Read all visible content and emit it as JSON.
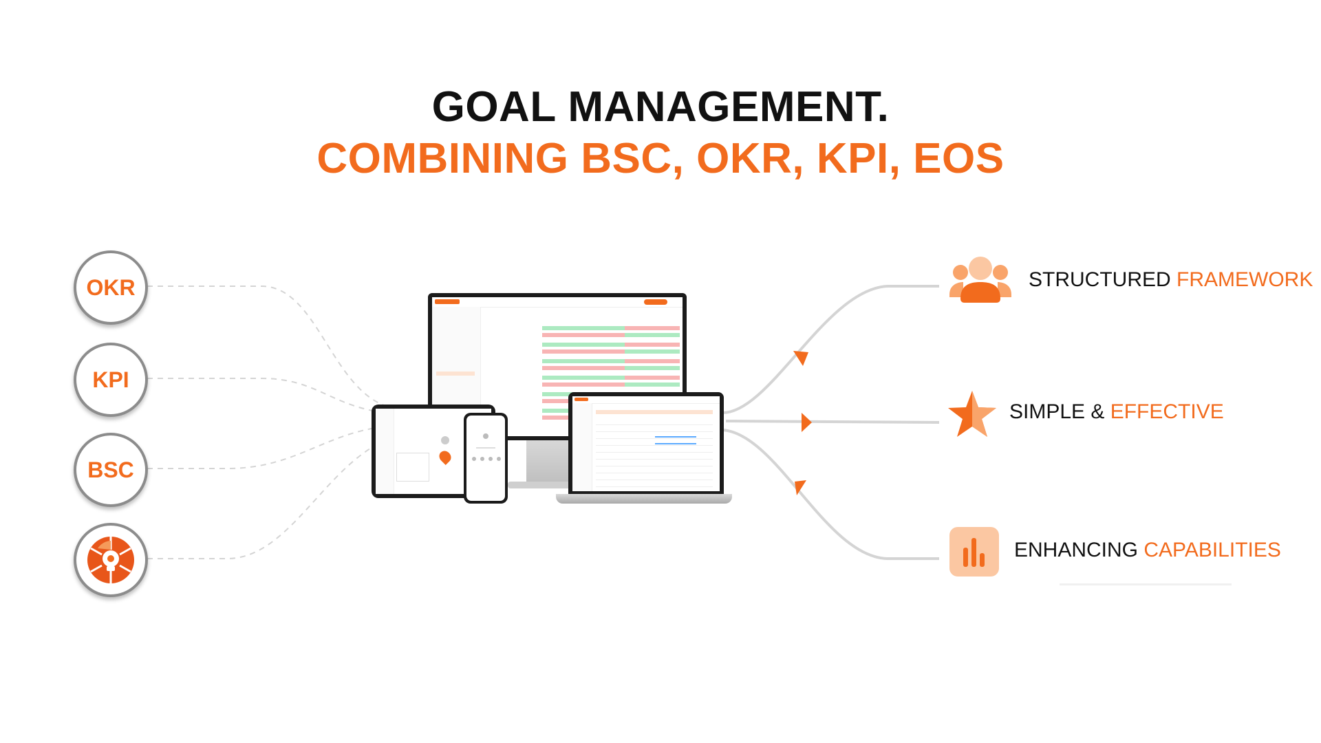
{
  "header": {
    "line1": "GOAL MANAGEMENT.",
    "line2": "COMBINING BSC, OKR, KPI, EOS"
  },
  "methods": [
    {
      "label": "OKR"
    },
    {
      "label": "KPI"
    },
    {
      "label": "BSC"
    },
    {
      "label": "",
      "icon": "eos-wheel-icon"
    }
  ],
  "features": [
    {
      "text": "STRUCTURED ",
      "accent": "FRAMEWORK",
      "icon": "team-icon"
    },
    {
      "text": "SIMPLE & ",
      "accent": "EFFECTIVE",
      "icon": "star-icon"
    },
    {
      "text": "ENHANCING ",
      "accent": "CAPABILITIES",
      "icon": "bar-chart-icon"
    }
  ],
  "colors": {
    "accent": "#f26b1d",
    "text": "#111111",
    "circle_border": "#8c8c8c"
  }
}
